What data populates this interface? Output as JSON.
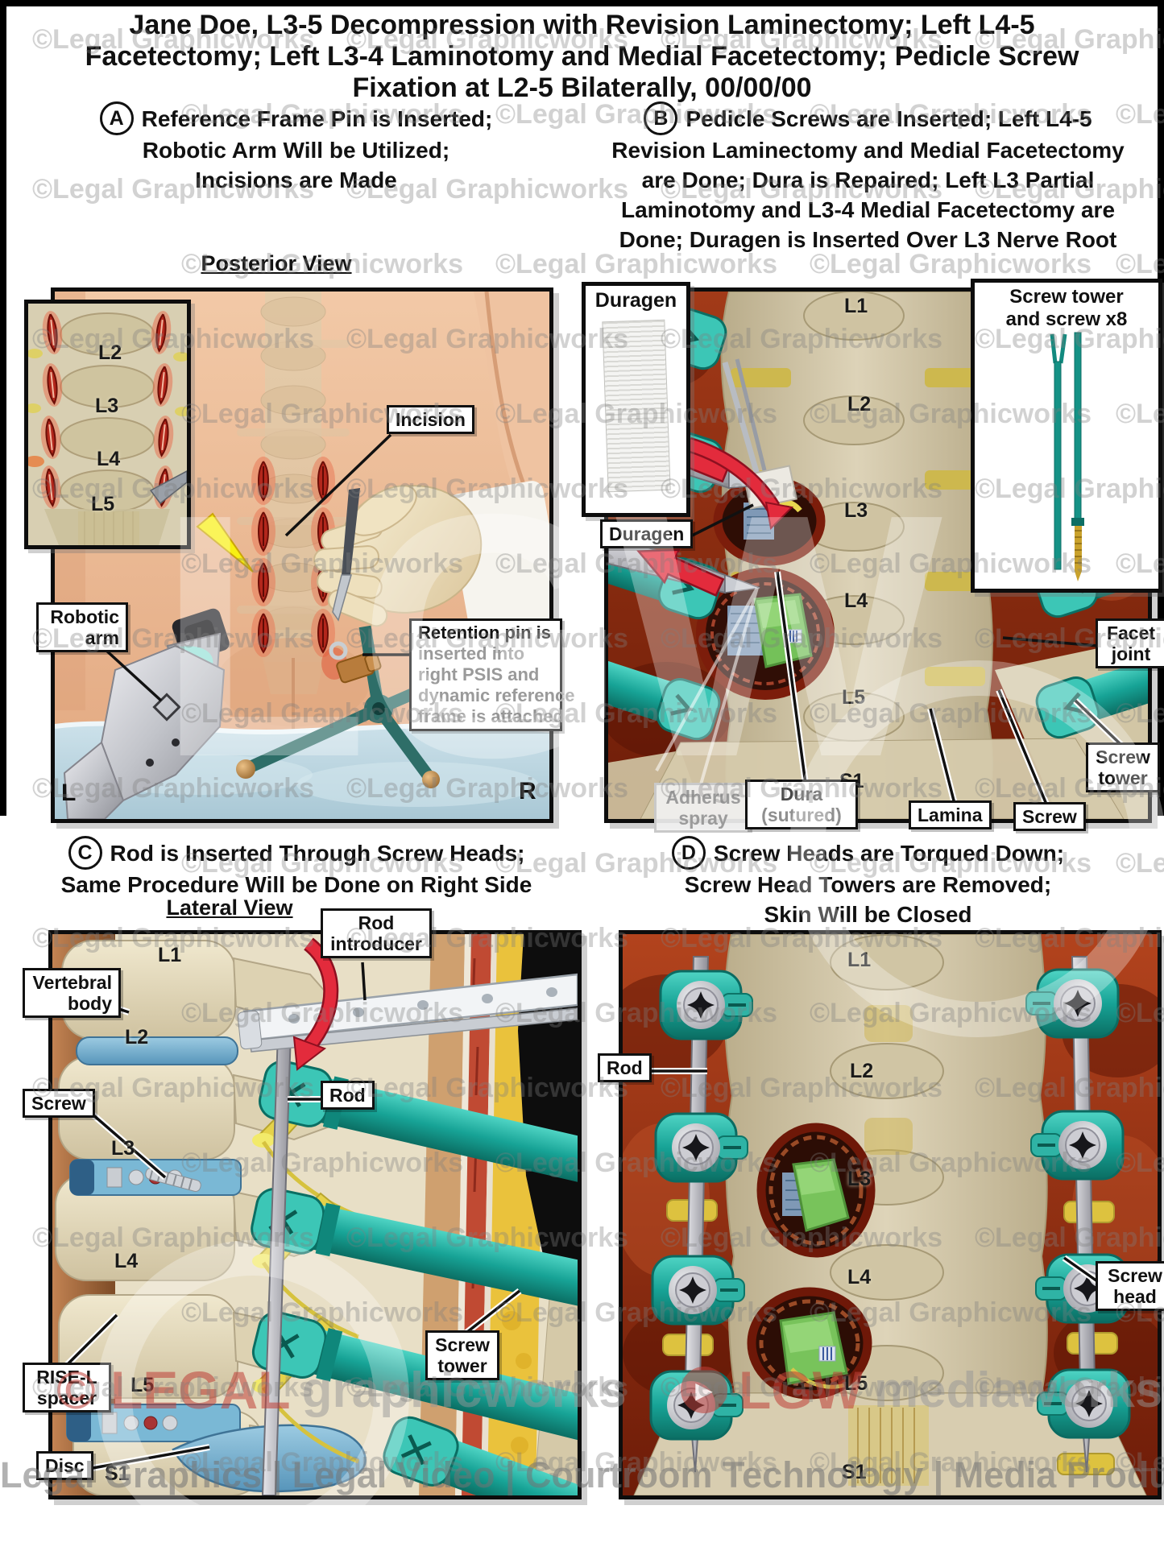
{
  "title": {
    "lines": [
      "Jane Doe, L3-5 Decompression with Revision Laminectomy; Left L4-5",
      "Facetectomy; Left L3-4 Laminotomy and Medial Facetectomy; Pedicle Screw",
      "Fixation at L2-5 Bilaterally, 00/00/00"
    ]
  },
  "watermark": {
    "copyright": "©Legal Graphicworks",
    "ghost": "LGW",
    "red_left_a": "© LEGAL",
    "red_left_b": "graphicworks",
    "red_right_a": "LGW",
    "red_right_b": "mediaworks",
    "play_icon": "▶",
    "footer": "Legal Graphics | Legal Video | Courtroom Technology | Media Production"
  },
  "panel_a": {
    "letter": "A",
    "header_lines": [
      "Reference Frame Pin is Inserted;",
      "Robotic Arm Will be Utilized;",
      "Incisions are Made"
    ],
    "view_title": "Posterior View",
    "inset_vertebrae": [
      "L2",
      "L3",
      "L4",
      "L5"
    ],
    "labels": {
      "incision": "Incision",
      "robotic_arm": [
        "Robotic",
        "arm"
      ],
      "retention": [
        "Retention pin is",
        "inserted into",
        "right PSIS and",
        "dynamic reference",
        "frame is attached"
      ],
      "marker_left": "L",
      "marker_right": "R"
    }
  },
  "panel_b": {
    "letter": "B",
    "header_lines": [
      "Pedicle Screws are Inserted; Left L4-5",
      "Revision Laminectomy and Medial Facetectomy",
      "are Done; Dura is Repaired; Left L3 Partial",
      "Laminotomy and L3-4 Medial Facetectomy are",
      "Done; Duragen is Inserted Over L3 Nerve Root"
    ],
    "inset_duragen_title": "Duragen",
    "inset_screw_tower": [
      "Screw tower",
      "and screw x8"
    ],
    "vertebrae": [
      "L1",
      "L2",
      "L3",
      "L4",
      "L5",
      "S1"
    ],
    "labels": {
      "duragen": "Duragen",
      "facet_joint": [
        "Facet",
        "joint"
      ],
      "screw_tower": [
        "Screw",
        "tower"
      ],
      "adherus": [
        "Adherus",
        "spray"
      ],
      "dura": [
        "Dura",
        "(sutured)"
      ],
      "lamina": "Lamina",
      "screw": "Screw"
    }
  },
  "panel_c": {
    "letter": "C",
    "header_lines": [
      "Rod is Inserted Through Screw Heads;",
      "Same Procedure Will be Done on Right Side"
    ],
    "view_title": "Lateral View",
    "vertebrae": [
      "L1",
      "L2",
      "L3",
      "L4",
      "L5",
      "S1"
    ],
    "labels": {
      "rod_introducer": [
        "Rod",
        "introducer"
      ],
      "vertebral_body": [
        "Vertebral",
        "body"
      ],
      "screw": "Screw",
      "rod": "Rod",
      "rise_l": [
        "RISE-L",
        "spacer"
      ],
      "disc": "Disc",
      "screw_tower": [
        "Screw",
        "tower"
      ]
    }
  },
  "panel_d": {
    "letter": "D",
    "header_lines": [
      "Screw Heads are Torqued Down;",
      "Screw Head Towers are Removed;",
      "Skin Will be Closed"
    ],
    "vertebrae": [
      "L1",
      "L2",
      "L3",
      "L4",
      "L5",
      "S1"
    ],
    "labels": {
      "rod": "Rod",
      "screw_head": [
        "Screw",
        "head"
      ]
    }
  },
  "colors": {
    "teal_implant": "#1aa59a",
    "bone": "#d9d0b5",
    "muscle_red": "#9e3315",
    "skin": "#eab795",
    "drape_blue": "#bdd6e1",
    "disc_blue": "#6fb0d2",
    "nerve_yellow": "#e5d24a",
    "arrow_red": "#e32b3c",
    "instrument_silver": "#c6c9ce",
    "duragen_green": "#78c35b",
    "incision_red": "#b3271c",
    "label_border": "#111111",
    "watermark_gray": "#8a8a8a",
    "watermark_red": "#c24138"
  }
}
